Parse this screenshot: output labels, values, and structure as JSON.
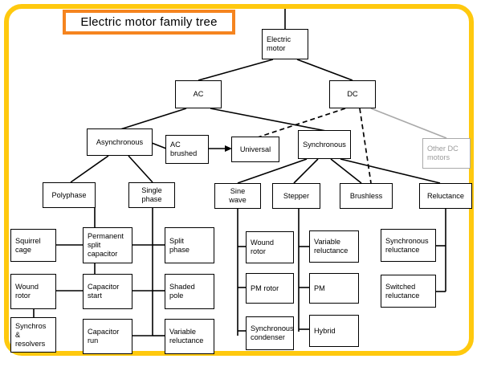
{
  "diagram": {
    "title": "Electric motor family tree",
    "frame_color": "#FFC90E",
    "title_border_color": "#F5841F",
    "muted_color": "#9b9b9b"
  },
  "nodes": {
    "root": {
      "label": "Electric\nmotor"
    },
    "ac": {
      "label": "AC"
    },
    "dc": {
      "label": "DC"
    },
    "asynchronous": {
      "label": "Asynchronous"
    },
    "ac_brushed": {
      "label": "AC\nbrushed"
    },
    "universal": {
      "label": "Universal"
    },
    "synchronous": {
      "label": "Synchronous"
    },
    "other_dc_motors": {
      "label": "Other DC\nmotors"
    },
    "polyphase": {
      "label": "Polyphase"
    },
    "single_phase": {
      "label": "Single\nphase"
    },
    "sine_wave": {
      "label": "Sine\nwave"
    },
    "stepper": {
      "label": "Stepper"
    },
    "brushless": {
      "label": "Brushless"
    },
    "reluctance": {
      "label": "Reluctance"
    },
    "squirrel_cage": {
      "label": "Squirrel\ncage"
    },
    "wound_rotor_poly": {
      "label": "Wound\nrotor"
    },
    "synchros_resolvers": {
      "label": "Synchros\n&\nresolvers"
    },
    "permanent_split_capacitor": {
      "label": "Permanent\nsplit\ncapacitor"
    },
    "capacitor_start": {
      "label": "Capacitor\nstart"
    },
    "capacitor_run": {
      "label": "Capacitor\nrun"
    },
    "split_phase": {
      "label": "Split\nphase"
    },
    "shaded_pole": {
      "label": "Shaded\npole"
    },
    "variable_reluctance_sp": {
      "label": "Variable\nreluctance"
    },
    "wound_rotor_sine": {
      "label": "Wound\nrotor"
    },
    "pm_rotor": {
      "label": "PM rotor"
    },
    "synchronous_condenser": {
      "label": "Synchronous\ncondenser"
    },
    "variable_reluctance_step": {
      "label": "Variable\nreluctance"
    },
    "pm": {
      "label": "PM"
    },
    "hybrid": {
      "label": "Hybrid"
    },
    "synchronous_reluctance": {
      "label": "Synchronous\nreluctance"
    },
    "switched_reluctance": {
      "label": "Switched\nreluctance"
    }
  }
}
